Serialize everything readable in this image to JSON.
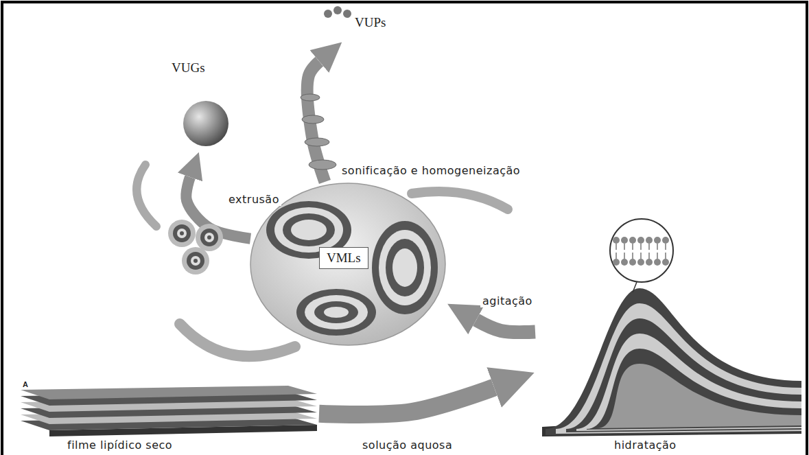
{
  "diagram": {
    "nodes": [
      {
        "text": [
          "filme lipídico seco"
        ]
      },
      {
        "text": [
          "hidratação"
        ]
      },
      {
        "text": [
          "VMLs"
        ]
      },
      {
        "text": [
          "VUGs"
        ]
      },
      {
        "text": [
          "VUPs"
        ]
      }
    ],
    "edges": [
      {
        "from": 0,
        "to": 1,
        "label": "solução aquosa",
        "arrow": "to"
      },
      {
        "from": 1,
        "to": 2,
        "label": "agitação",
        "arrow": "to"
      },
      {
        "from": 2,
        "to": 3,
        "label": "extrusão",
        "arrow": "to"
      },
      {
        "from": 2,
        "to": 4,
        "label": "sonificação e homogeneização",
        "arrow": "to"
      }
    ],
    "labels": [
      "A"
    ]
  }
}
